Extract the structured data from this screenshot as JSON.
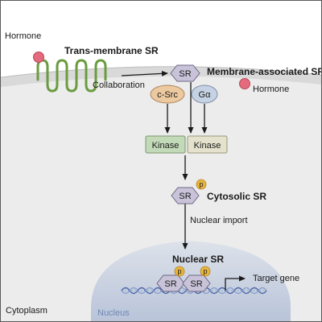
{
  "labels": {
    "hormone_top": "Hormone",
    "trans_membrane_sr": "Trans-membrane SR",
    "collaboration": "Collaboration",
    "membrane_associated_sr": "Membrane-associated SR",
    "hormone_right": "Hormone",
    "sr": "SR",
    "c_src": "c-Src",
    "g_alpha": "Gα",
    "kinase": "Kinase",
    "p": "p",
    "cytosolic_sr": "Cytosolic SR",
    "nuclear_import": "Nuclear import",
    "nuclear_sr": "Nuclear SR",
    "target_gene": "Target gene",
    "cytoplasm": "Cytoplasm",
    "nucleus": "Nucleus"
  },
  "colors": {
    "membrane": "#d9d9d9",
    "cytoplasm": "#ececec",
    "nucleus": "#c5cee0",
    "sr_fill": "#c9c3d9",
    "kinase_green": "#c3dab9",
    "kinase_tan": "#e4e1cd",
    "csrc_fill": "#edc9a0",
    "galpha_fill": "#c5d2e3",
    "phospho": "#e8b53d",
    "hormone": "#e46a7d",
    "receptor_green": "#6a9c3f",
    "dna_blue": "#4a66a8",
    "nucleus_label": "#6f86b5"
  }
}
